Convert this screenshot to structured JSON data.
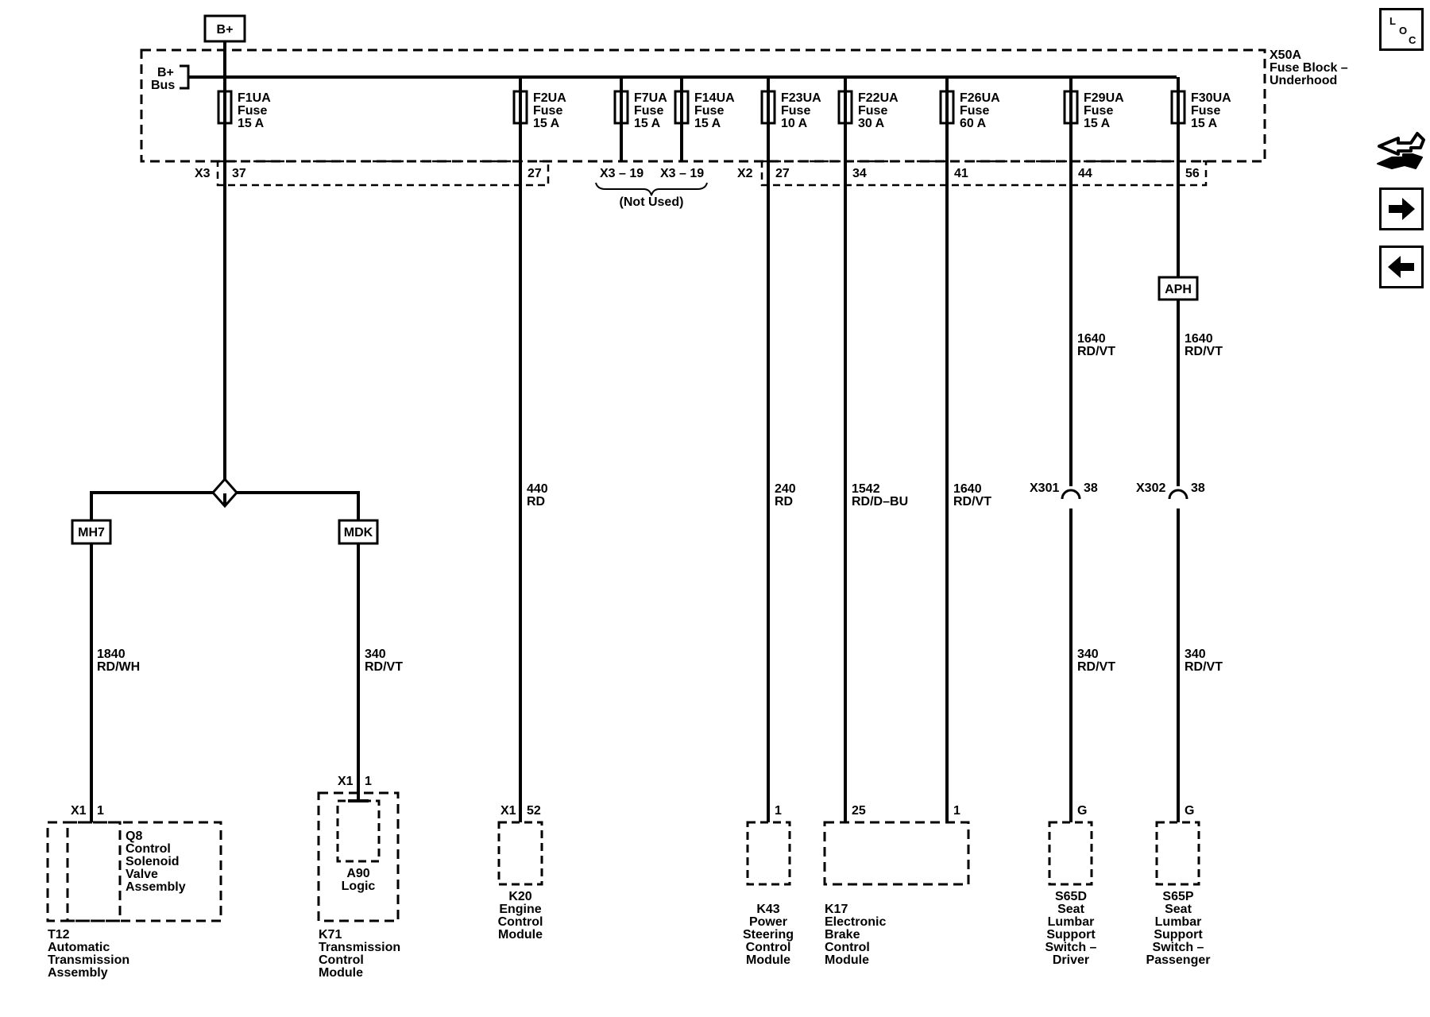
{
  "power_source": "B+",
  "fuse_block": {
    "name": "X50A",
    "title_line1": "Fuse Block –",
    "title_line2": "Underhood",
    "bus_line1": "B+",
    "bus_line2": "Bus"
  },
  "fuses": [
    {
      "id": "F1UA",
      "type": "Fuse",
      "rating": "15 A",
      "connector": "X3",
      "pin": "37"
    },
    {
      "id": "F2UA",
      "type": "Fuse",
      "rating": "15 A",
      "connector": "",
      "pin": "27"
    },
    {
      "id": "F7UA",
      "type": "Fuse",
      "rating": "15 A",
      "connector": "",
      "pin": "X3 – 19"
    },
    {
      "id": "F14UA",
      "type": "Fuse",
      "rating": "15 A",
      "connector": "",
      "pin": "X3 – 19"
    },
    {
      "id": "F23UA",
      "type": "Fuse",
      "rating": "10 A",
      "connector": "X2",
      "pin": "27"
    },
    {
      "id": "F22UA",
      "type": "Fuse",
      "rating": "30 A",
      "connector": "",
      "pin": "34"
    },
    {
      "id": "F26UA",
      "type": "Fuse",
      "rating": "60 A",
      "connector": "",
      "pin": "41"
    },
    {
      "id": "F29UA",
      "type": "Fuse",
      "rating": "15 A",
      "connector": "",
      "pin": "44"
    },
    {
      "id": "F30UA",
      "type": "Fuse",
      "rating": "15 A",
      "connector": "",
      "pin": "56"
    }
  ],
  "not_used_label": "(Not Used)",
  "option_codes": [
    "MH7",
    "MDK",
    "APH"
  ],
  "wires": [
    {
      "circuit": "1840",
      "color": "RD/WH"
    },
    {
      "circuit": "340",
      "color": "RD/VT"
    },
    {
      "circuit": "440",
      "color": "RD"
    },
    {
      "circuit": "240",
      "color": "RD"
    },
    {
      "circuit": "1542",
      "color": "RD/D–BU"
    },
    {
      "circuit": "1640",
      "color": "RD/VT"
    },
    {
      "circuit": "1640",
      "color": "RD/VT"
    },
    {
      "circuit": "1640",
      "color": "RD/VT"
    },
    {
      "circuit": "340",
      "color": "RD/VT"
    },
    {
      "circuit": "340",
      "color": "RD/VT"
    }
  ],
  "inline_connectors": [
    {
      "name": "X301",
      "pin": "38"
    },
    {
      "name": "X302",
      "pin": "38"
    }
  ],
  "component_pins": [
    {
      "connector": "X1",
      "pin": "1"
    },
    {
      "connector": "X1",
      "pin": "1"
    },
    {
      "connector": "X1",
      "pin": "52"
    },
    {
      "connector": "",
      "pin": "1"
    },
    {
      "connector": "",
      "pin": "25"
    },
    {
      "connector": "",
      "pin": "1"
    },
    {
      "connector": "",
      "pin": "G"
    },
    {
      "connector": "",
      "pin": "G"
    }
  ],
  "sub_components": [
    {
      "lines": [
        "Q8",
        "Control",
        "Solenoid",
        "Valve",
        "Assembly"
      ]
    },
    {
      "lines": [
        "A90",
        "Logic"
      ]
    }
  ],
  "components": [
    {
      "lines": [
        "T12",
        "Automatic",
        "Transmission",
        "Assembly"
      ]
    },
    {
      "lines": [
        "K71",
        "Transmission",
        "Control",
        "Module"
      ]
    },
    {
      "lines": [
        "K20",
        "Engine",
        "Control",
        "Module"
      ]
    },
    {
      "lines": [
        "K43",
        "Power",
        "Steering",
        "Control",
        "Module"
      ]
    },
    {
      "lines": [
        "K17",
        "Electronic",
        "Brake",
        "Control",
        "Module"
      ]
    },
    {
      "lines": [
        "S65D",
        "Seat",
        "Lumbar",
        "Support",
        "Switch –",
        "Driver"
      ]
    },
    {
      "lines": [
        "S65P",
        "Seat",
        "Lumbar",
        "Support",
        "Switch –",
        "Passenger"
      ]
    }
  ],
  "nav": {
    "loc_letters": [
      "L",
      "O",
      "C"
    ],
    "connector_icon": "connector-end-view-icon",
    "next_icon": "arrow-right-icon",
    "prev_icon": "arrow-left-icon"
  }
}
